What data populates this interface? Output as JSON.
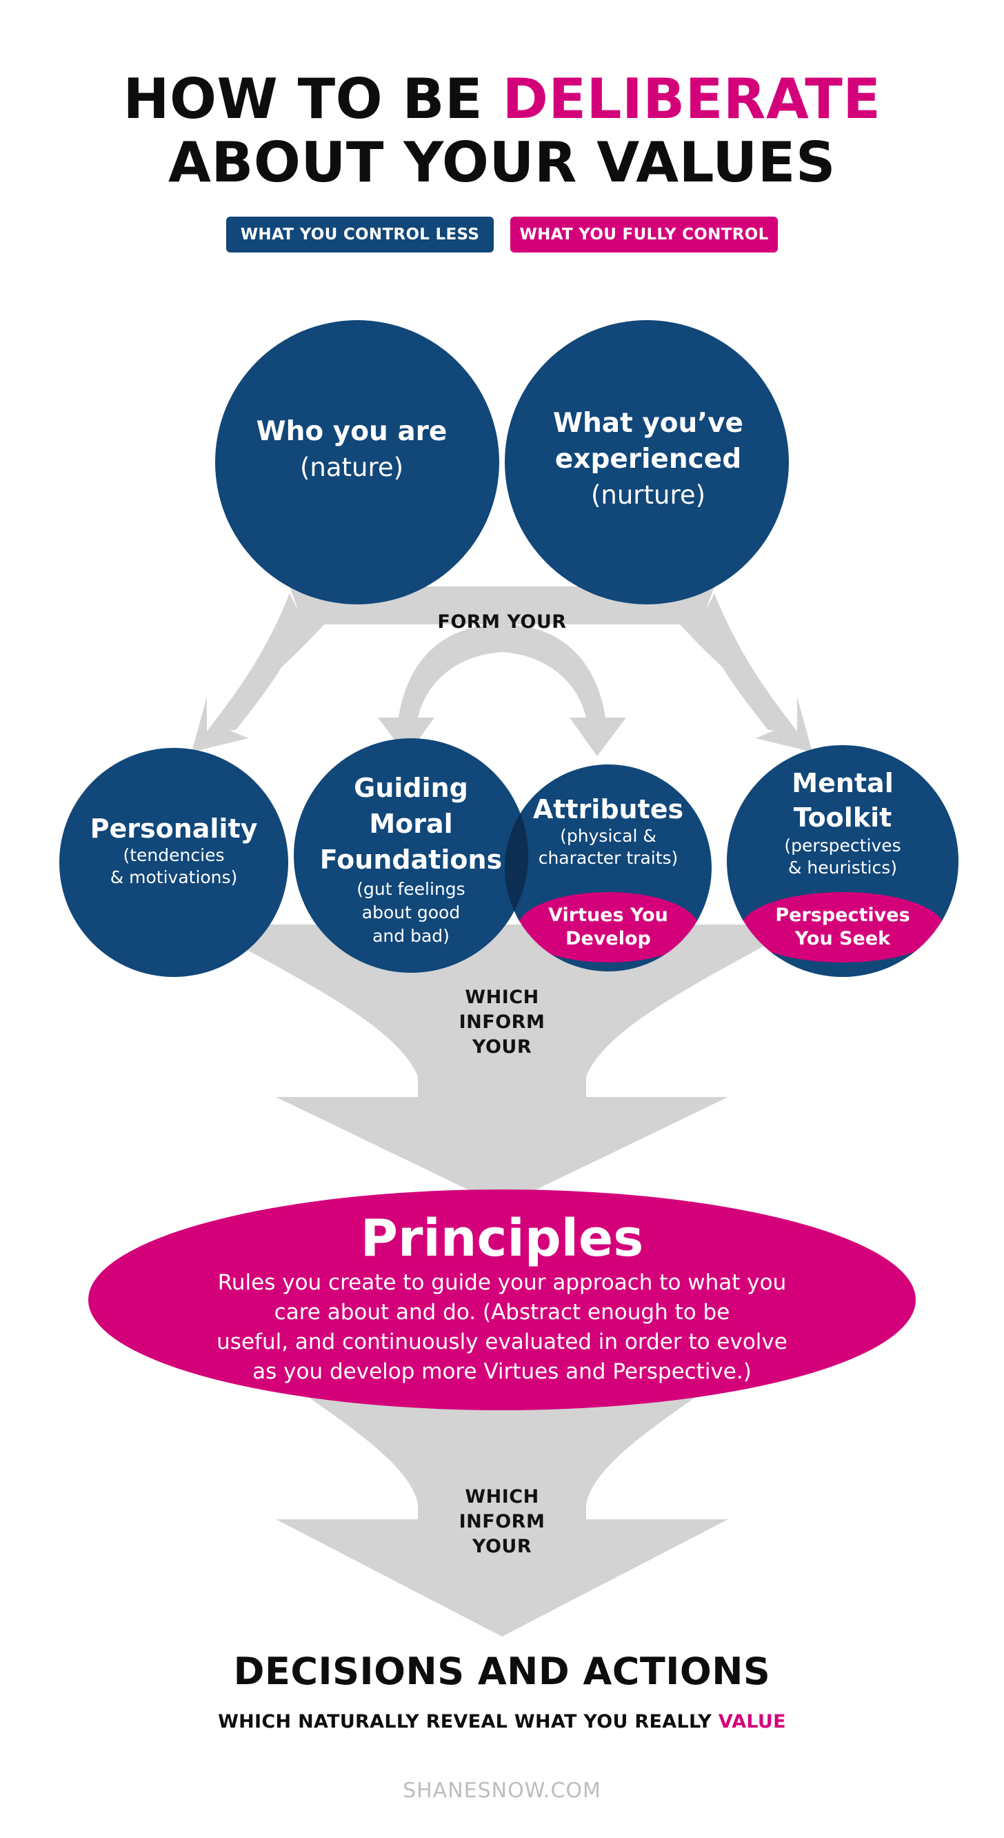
{
  "title": {
    "line1_pre": "HOW TO BE ",
    "line1_highlight": "DELIBERATE",
    "line2": "ABOUT YOUR VALUES"
  },
  "legend": {
    "control_less": "WHAT YOU CONTROL LESS",
    "fully_control": "WHAT YOU FULLY CONTROL"
  },
  "top_circles": {
    "left": {
      "title": "Who you are",
      "subtitle": "(nature)"
    },
    "right": {
      "title_line1": "What you’ve",
      "title_line2": "experienced",
      "subtitle": "(nurture)"
    }
  },
  "connector_form": "FORM YOUR",
  "middle_circles": {
    "personality": {
      "title": "Personality",
      "sub1": "(tendencies",
      "sub2": "& motivations)"
    },
    "moral": {
      "t1": "Guiding",
      "t2": "Moral",
      "t3": "Foundations",
      "s1": "(gut feelings",
      "s2": "about good",
      "s3": "and bad)"
    },
    "attributes": {
      "title": "Attributes",
      "s1": "(physical &",
      "s2": "character traits)",
      "pill1": "Virtues You",
      "pill2": "Develop"
    },
    "toolkit": {
      "t1": "Mental",
      "t2": "Toolkit",
      "s1": "(perspectives",
      "s2": "& heuristics)",
      "pill1": "Perspectives",
      "pill2": "You Seek"
    }
  },
  "connector_inform1": {
    "l1": "WHICH",
    "l2": "INFORM",
    "l3": "YOUR"
  },
  "principles": {
    "title": "Principles",
    "l1": "Rules you create to guide your approach to what you",
    "l2": "care about and do. (Abstract enough to be",
    "l3": "useful, and continuously evaluated in order to evolve",
    "l4": "as you develop more Virtues and Perspective.)"
  },
  "connector_inform2": {
    "l1": "WHICH",
    "l2": "INFORM",
    "l3": "YOUR"
  },
  "decisions": {
    "title": "DECISIONS AND ACTIONS",
    "sub_pre": "WHICH NATURALLY REVEAL WHAT YOU REALLY ",
    "sub_highlight": "VALUE"
  },
  "footer": "SHANESNOW.COM",
  "colors": {
    "navy": "#114779",
    "pink": "#d4007a",
    "gray": "#d3d3d3",
    "overlap": "#0b2e52"
  }
}
